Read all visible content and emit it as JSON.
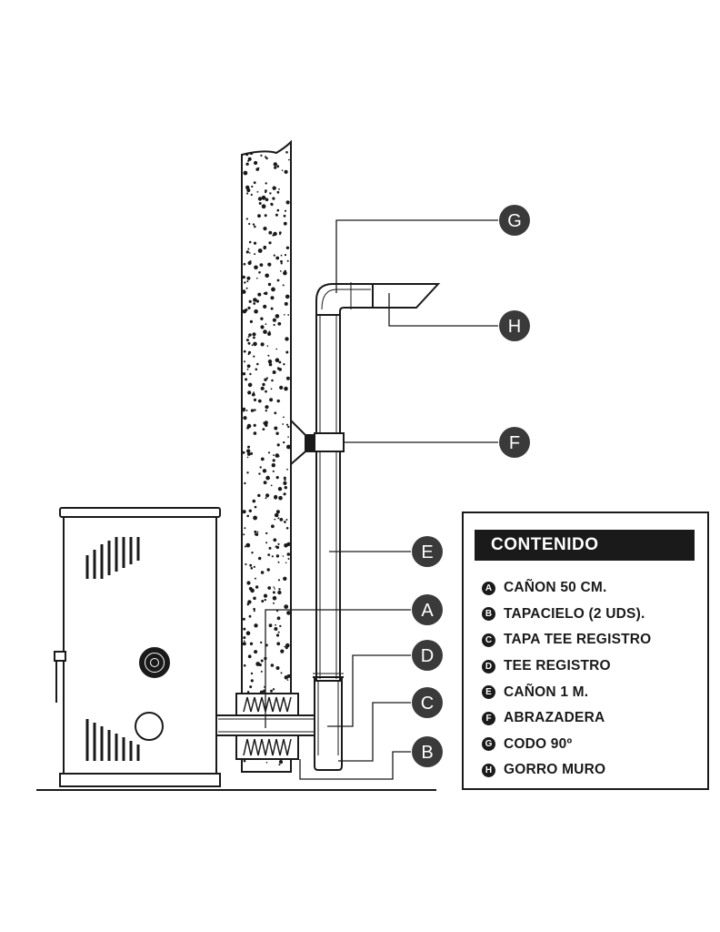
{
  "callouts": [
    {
      "letter": "G"
    },
    {
      "letter": "H"
    },
    {
      "letter": "F"
    },
    {
      "letter": "E"
    },
    {
      "letter": "A"
    },
    {
      "letter": "D"
    },
    {
      "letter": "C"
    },
    {
      "letter": "B"
    }
  ],
  "legend": {
    "title": "CONTENIDO",
    "items": [
      {
        "letter": "A",
        "label": "CAÑON 50 CM."
      },
      {
        "letter": "B",
        "label": "TAPACIELO (2 UDS)."
      },
      {
        "letter": "C",
        "label": "TAPA TEE REGISTRO"
      },
      {
        "letter": "D",
        "label": "TEE REGISTRO"
      },
      {
        "letter": "E",
        "label": "CAÑON 1 M."
      },
      {
        "letter": "F",
        "label": "ABRAZADERA"
      },
      {
        "letter": "G",
        "label": "CODO 90º"
      },
      {
        "letter": "H",
        "label": "GORRO MURO"
      }
    ]
  },
  "colors": {
    "ink": "#1a1a1a",
    "callout_fill": "#3a3a3a",
    "background": "#ffffff"
  }
}
